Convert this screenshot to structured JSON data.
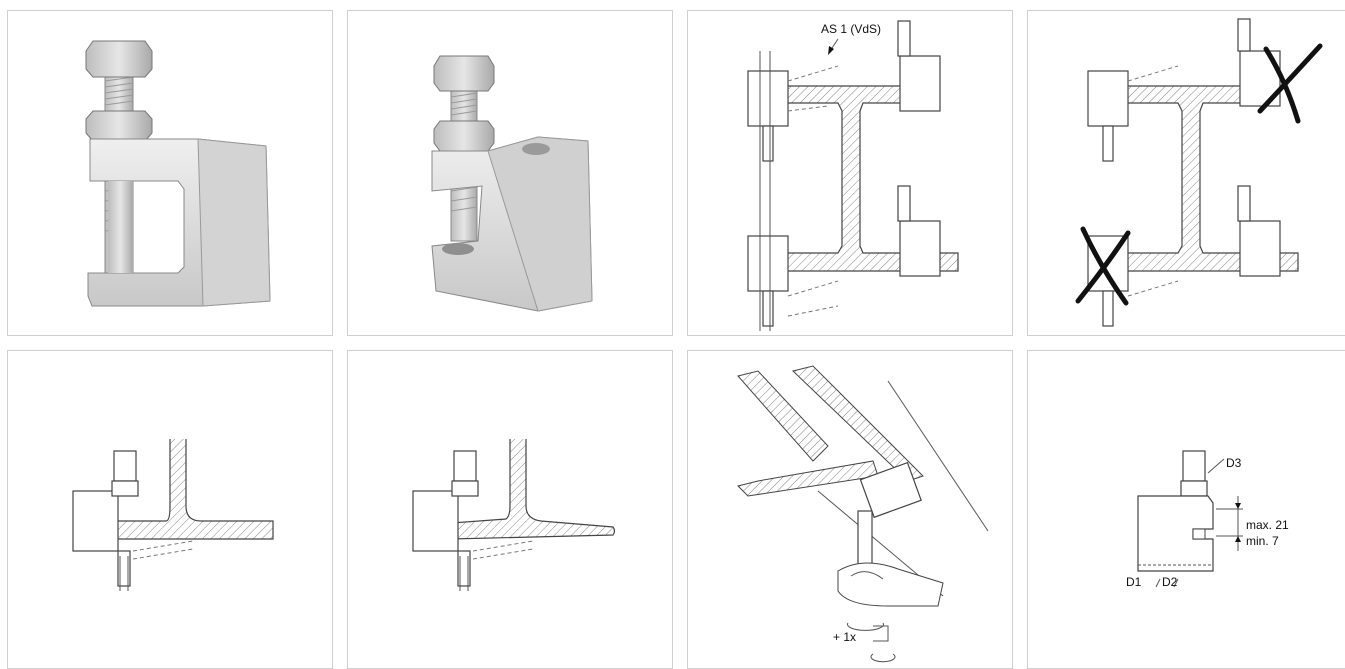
{
  "panels": [
    {
      "name": "photo-clamp-front"
    },
    {
      "name": "photo-clamp-angle"
    },
    {
      "name": "ibeam-correct-install",
      "annotation": "AS 1 (VdS)"
    },
    {
      "name": "ibeam-wrong-install"
    },
    {
      "name": "flange-parallel"
    },
    {
      "name": "flange-tapered"
    },
    {
      "name": "tighten-by-hand",
      "annotation": "+ 1x"
    },
    {
      "name": "dimensions",
      "labels": {
        "d3": "D3",
        "d1": "D1",
        "d2": "D2",
        "max": "max. 21",
        "min": "min.  7"
      }
    }
  ]
}
